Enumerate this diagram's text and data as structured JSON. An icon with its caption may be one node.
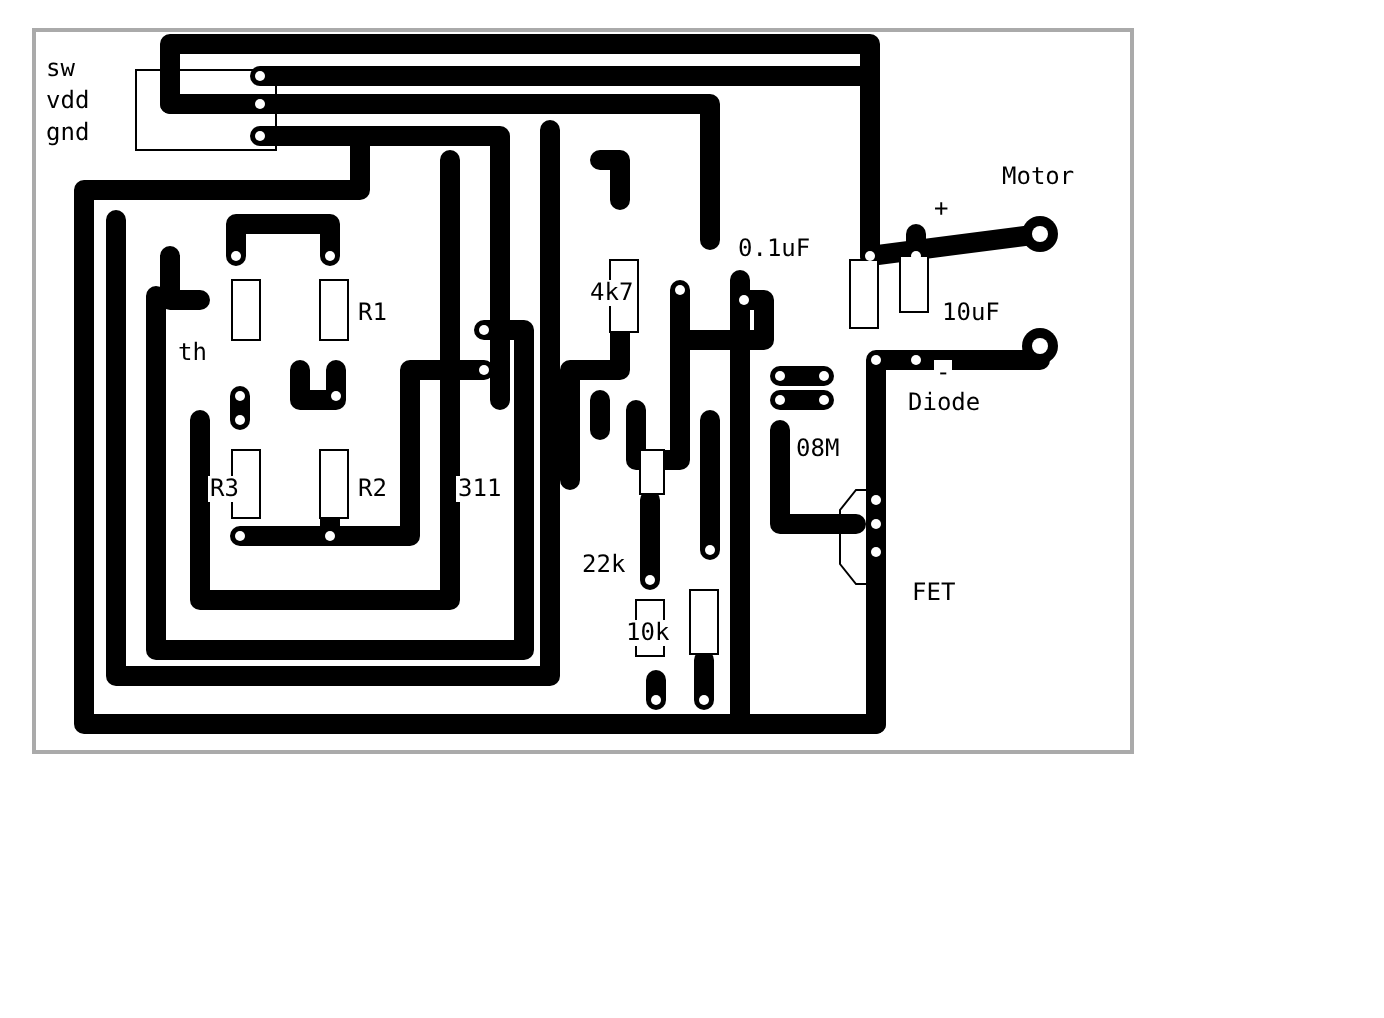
{
  "diagram": {
    "labels": [
      "sw",
      "vdd",
      "gnd",
      "Motor",
      "+",
      "0.1uF",
      "4k7",
      "R1",
      "th",
      "10uF",
      "-",
      "Diode",
      "311",
      "08M",
      "R3",
      "R2",
      "22k",
      "FET",
      "10k"
    ]
  }
}
